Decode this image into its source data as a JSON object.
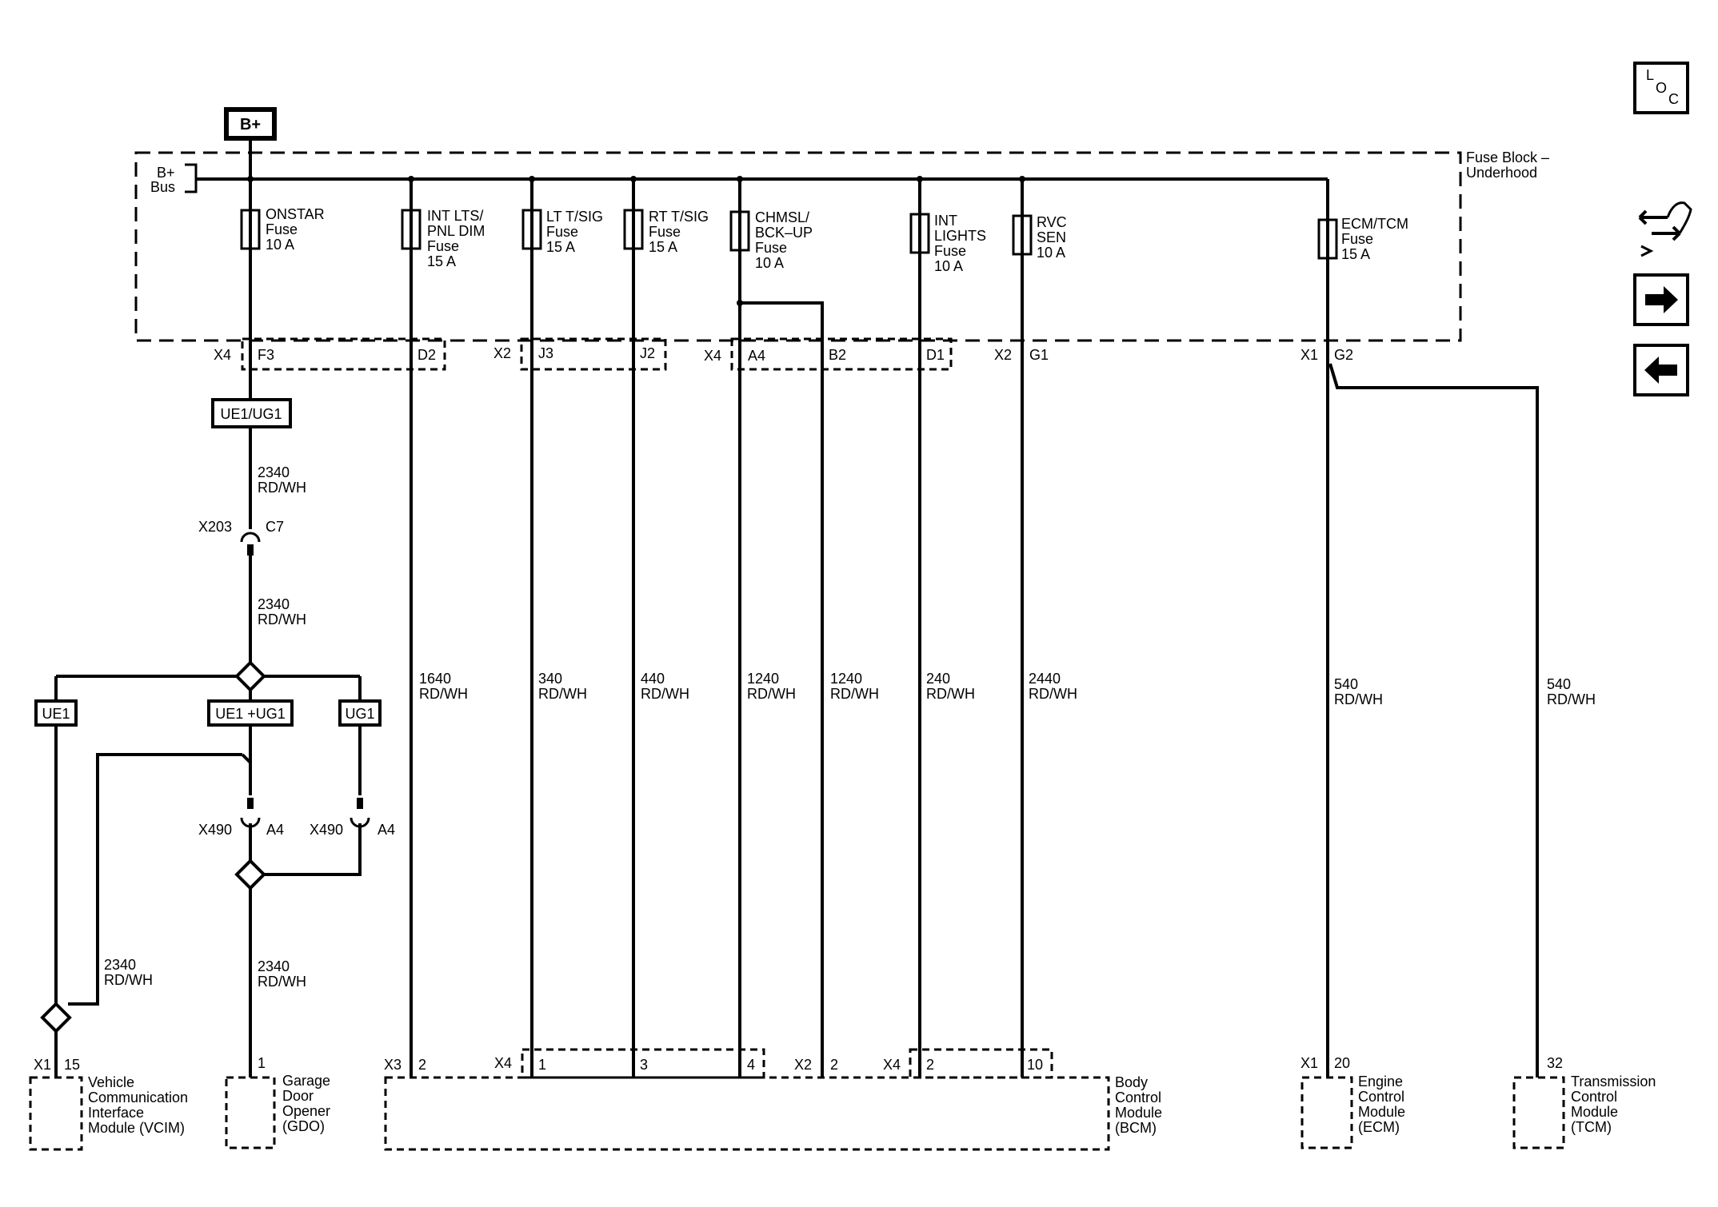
{
  "source": {
    "label": "B+"
  },
  "fuse_block": {
    "title_line1": "Fuse Block –",
    "title_line2": "Underhood",
    "bus_line1": "B+",
    "bus_line2": "Bus"
  },
  "fuses": [
    {
      "lines": [
        "ONSTAR",
        "Fuse",
        "10 A"
      ]
    },
    {
      "lines": [
        "INT LTS/",
        "PNL DIM",
        "Fuse",
        "15 A"
      ]
    },
    {
      "lines": [
        "LT T/SIG",
        "Fuse",
        "15 A"
      ]
    },
    {
      "lines": [
        "RT T/SIG",
        "Fuse",
        "15 A"
      ]
    },
    {
      "lines": [
        "CHMSL/",
        "BCK–UP",
        "Fuse",
        "10 A"
      ]
    },
    {
      "lines": [
        "INT",
        "LIGHTS",
        "Fuse",
        "10 A"
      ]
    },
    {
      "lines": [
        "RVC",
        "SEN",
        "10 A"
      ]
    },
    {
      "lines": [
        "ECM/TCM",
        "Fuse",
        "15 A"
      ]
    }
  ],
  "fuse_block_pins": [
    {
      "connector": "X4",
      "pin": "F3"
    },
    {
      "connector": "",
      "pin": "D2"
    },
    {
      "connector": "X2",
      "pin": "J3"
    },
    {
      "connector": "",
      "pin": "J2"
    },
    {
      "connector": "X4",
      "pin": "A4"
    },
    {
      "connector": "",
      "pin": "B2"
    },
    {
      "connector": "",
      "pin": "D1"
    },
    {
      "connector": "X2",
      "pin": "G1"
    },
    {
      "connector": "X1",
      "pin": "G2"
    }
  ],
  "option_labels": {
    "main": "UE1/UG1",
    "ue1": "UE1",
    "ue1_ug1": "UE1 +UG1",
    "ug1": "UG1"
  },
  "inline_connectors": {
    "x203": {
      "name": "X203",
      "pin": "C7"
    },
    "x490_left": {
      "name": "X490",
      "pin": "A4"
    },
    "x490_right": {
      "name": "X490",
      "pin": "A4"
    }
  },
  "wires": {
    "w2340_a": {
      "circuit": "2340",
      "color": "RD/WH"
    },
    "w2340_b": {
      "circuit": "2340",
      "color": "RD/WH"
    },
    "w2340_vcim": {
      "circuit": "2340",
      "color": "RD/WH"
    },
    "w2340_gdo": {
      "circuit": "2340",
      "color": "RD/WH"
    },
    "w1640": {
      "circuit": "1640",
      "color": "RD/WH"
    },
    "w340": {
      "circuit": "340",
      "color": "RD/WH"
    },
    "w440": {
      "circuit": "440",
      "color": "RD/WH"
    },
    "w1240_a": {
      "circuit": "1240",
      "color": "RD/WH"
    },
    "w1240_b": {
      "circuit": "1240",
      "color": "RD/WH"
    },
    "w240": {
      "circuit": "240",
      "color": "RD/WH"
    },
    "w2440": {
      "circuit": "2440",
      "color": "RD/WH"
    },
    "w540_ecm": {
      "circuit": "540",
      "color": "RD/WH"
    },
    "w540_tcm": {
      "circuit": "540",
      "color": "RD/WH"
    }
  },
  "modules": {
    "vcim": {
      "connector": "X1",
      "pin": "15",
      "lines": [
        "Vehicle",
        "Communication",
        "Interface",
        "Module (VCIM)"
      ]
    },
    "gdo": {
      "pin": "1",
      "lines": [
        "Garage",
        "Door",
        "Opener",
        "(GDO)"
      ]
    },
    "bcm": {
      "lines": [
        "Body",
        "Control",
        "Module",
        "(BCM)"
      ],
      "pins": [
        {
          "connector": "X3",
          "pin": "2"
        },
        {
          "connector": "X4",
          "pin": "1"
        },
        {
          "connector": "",
          "pin": "3"
        },
        {
          "connector": "",
          "pin": "4"
        },
        {
          "connector": "X2",
          "pin": "2"
        },
        {
          "connector": "X4",
          "pin": "2"
        },
        {
          "connector": "",
          "pin": "10"
        }
      ]
    },
    "ecm": {
      "connector": "X1",
      "pin": "20",
      "lines": [
        "Engine",
        "Control",
        "Module",
        "(ECM)"
      ]
    },
    "tcm": {
      "pin": "32",
      "lines": [
        "Transmission",
        "Control",
        "Module",
        "(TCM)"
      ]
    }
  },
  "nav_buttons": {
    "loc": {
      "letters": [
        "L",
        "O",
        "C"
      ]
    },
    "items": [
      "connector-end-view-icon",
      "next-page-arrow-icon",
      "previous-page-arrow-icon"
    ]
  }
}
